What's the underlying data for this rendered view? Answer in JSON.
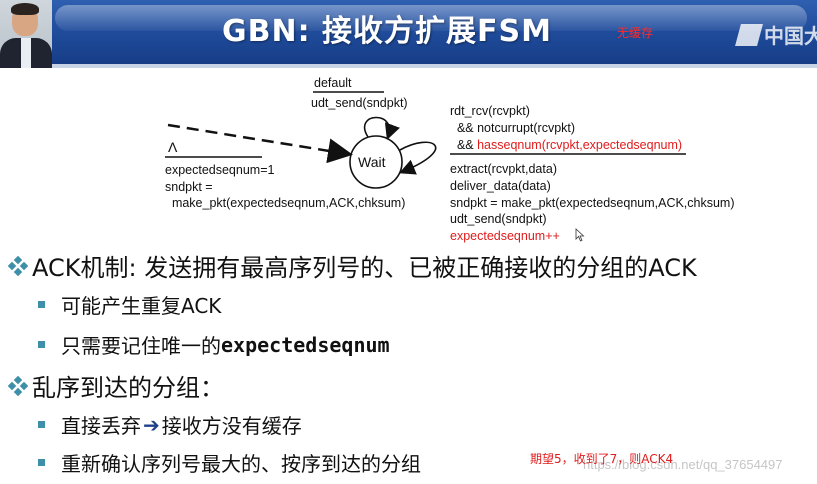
{
  "header": {
    "title": "GBN: 接收方扩展FSM",
    "subtitle": "无缓存",
    "logo_text": "中国大"
  },
  "fsm": {
    "state_label": "Wait",
    "self_loop_default": {
      "event": "default",
      "action": "udt_send(sndpkt)"
    },
    "init": {
      "event": "Λ",
      "actions": [
        "expectedseqnum=1",
        "sndpkt =",
        "  make_pkt(expectedseqnum,ACK,chksum)"
      ]
    },
    "self_loop_rcv": {
      "event_lines": [
        "rdt_rcv(rcvpkt)",
        "  && notcurrupt(rcvpkt)",
        "  && "
      ],
      "event_red": "hasseqnum(rcvpkt,expectedseqnum)",
      "action_lines": [
        "extract(rcvpkt,data)",
        "deliver_data(data)",
        "sndpkt = make_pkt(expectedseqnum,ACK,chksum)",
        "udt_send(sndpkt)"
      ],
      "action_red": "expectedseqnum++"
    }
  },
  "bullets": {
    "b1": {
      "text": "ACK机制: 发送拥有最高序列号的、已被正确接收的分组的ACK",
      "sub1": "可能产生重复ACK",
      "sub2_prefix": "只需要记住唯一的",
      "sub2_code": "expectedseqnum"
    },
    "b2": {
      "text": "乱序到达的分组：",
      "sub1_prefix": "直接丢弃",
      "sub1_suffix": "接收方没有缓存",
      "sub2": "重新确认序列号最大的、按序到达的分组"
    }
  },
  "note": "期望5，收到了7，则ACK4",
  "watermark": "https://blog.csdn.net/qq_37654497",
  "colors": {
    "header_blue": "#1e4a99",
    "red_text": "#e01b1b",
    "bullet_teal": "#3e8fa8"
  },
  "icons": {
    "bullet_l1": "diamond-cluster-icon",
    "bullet_l2": "square-bullet-icon",
    "arrow": "right-arrow-icon",
    "cursor": "mouse-pointer-icon"
  }
}
